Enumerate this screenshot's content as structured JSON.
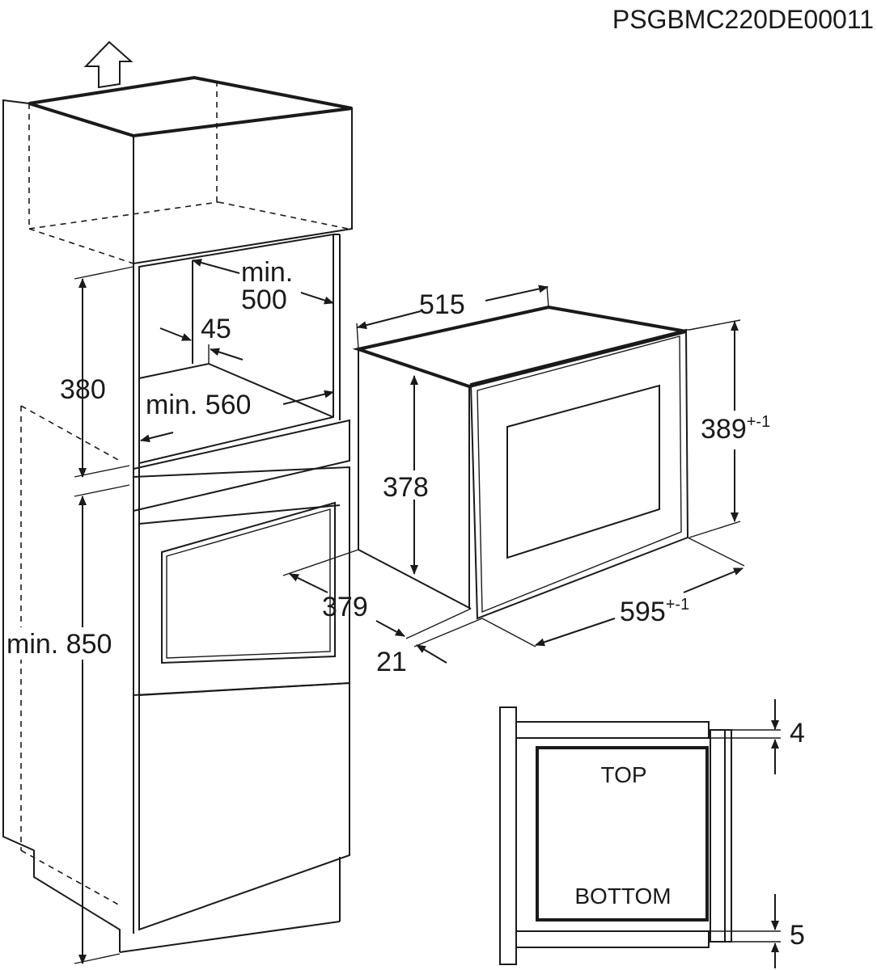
{
  "document": {
    "code": "PSGBMC220DE00011"
  },
  "cabinet": {
    "height_380": "380",
    "depth_min_500_line1": "min.",
    "depth_min_500_line2": "500",
    "vent_45": "45",
    "width_min_560": "min. 560",
    "height_min_850": "min. 850"
  },
  "appliance": {
    "depth_515": "515",
    "height_378": "378",
    "height_389": "389",
    "height_389_tolerance": "+-1",
    "depth_379": "379",
    "front_21": "21",
    "width_595": "595",
    "width_595_tolerance": "+-1"
  },
  "side_view": {
    "top_label": "TOP",
    "bottom_label": "BOTTOM",
    "gap_top": "4",
    "gap_bottom": "5"
  },
  "colors": {
    "line": "#1a1a1a",
    "background": "#ffffff"
  }
}
